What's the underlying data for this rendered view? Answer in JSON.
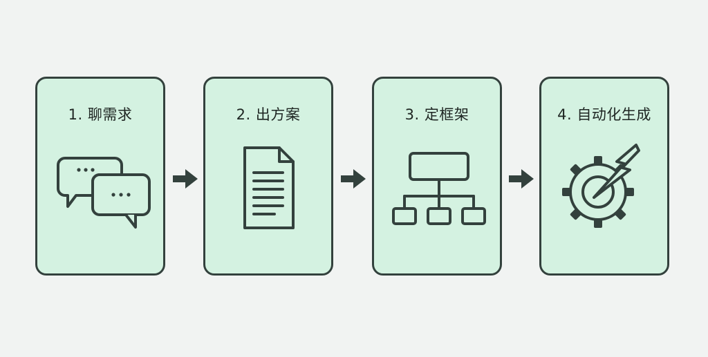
{
  "steps": [
    {
      "label": "1. 聊需求",
      "icon": "chat-bubbles-icon"
    },
    {
      "label": "2. 出方案",
      "icon": "document-icon"
    },
    {
      "label": "3. 定框架",
      "icon": "hierarchy-icon"
    },
    {
      "label": "4. 自动化生成",
      "icon": "gear-lightning-icon"
    }
  ],
  "colors": {
    "card_fill": "#d4f2e1",
    "stroke": "#33413d",
    "background": "#f1f3f2"
  }
}
